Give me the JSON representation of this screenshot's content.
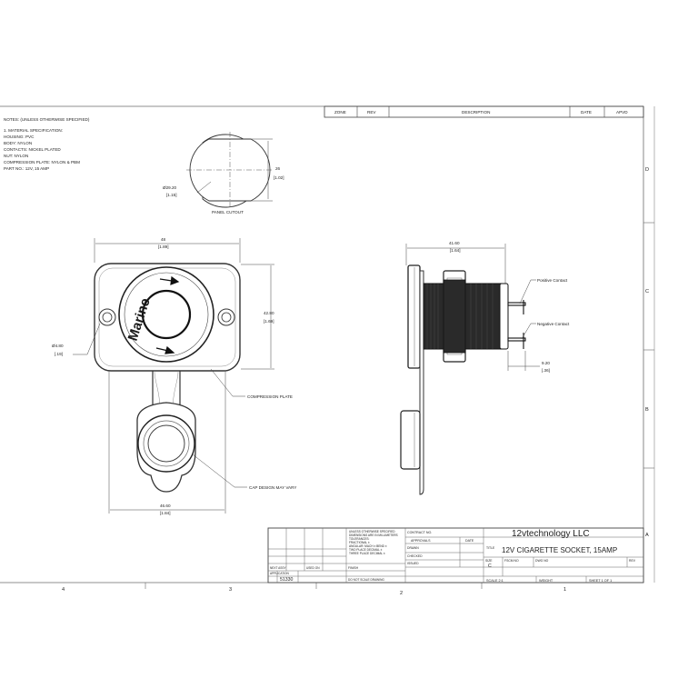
{
  "notes": {
    "heading": "NOTES: (UNLESS OTHERWISE SPECIFIED)",
    "lines": [
      "1.    MATERIAL SPECIFICATION:",
      "       HOUSING: PVC",
      "       BODY: NYLON",
      "       CONTACTS: NICKEL PLATED",
      "       NUT: NYLON",
      "       COMPRESSION PLATE: NYLON & PBM",
      "       PART NO.: 12V, 15 AMP"
    ]
  },
  "revision_block": {
    "headers": [
      "ZONE",
      "REV",
      "DESCRIPTION",
      "DATE",
      "APVD"
    ]
  },
  "zone_labels": {
    "right": [
      "D",
      "C",
      "B",
      "A"
    ],
    "bottom": [
      "4",
      "3",
      "2",
      "1"
    ]
  },
  "panel_cutout": {
    "label": "PANEL CUTOUT",
    "diameter": "Ø29.20",
    "diameter_in": "[1.15]",
    "height": "26",
    "height_in": "[1.02]"
  },
  "front_view": {
    "brand": "Marine",
    "width": "48",
    "width_in": "[1.89]",
    "height": "42.80",
    "height_in": "[1.69]",
    "hole": "Ø4.80",
    "hole_in": "[.19]",
    "plate_label": "COMPRESSION PLATE",
    "cap_label": "CAP DESIGN MAY VARY",
    "bottom_width": "46.60",
    "bottom_width_in": "[1.84]"
  },
  "side_view": {
    "width": "41.60",
    "width_in": "[1.64]",
    "positive": "Positive Contact",
    "negative": "Negative Contact",
    "tab": "9.20",
    "tab_in": "[.36]"
  },
  "title_block": {
    "company": "12vtechnology LLC",
    "title": "12V CIGARETTE SOCKET, 15AMP",
    "contract": "CONTRACT NO.",
    "approvals": "APPROVALS",
    "date": "DATE",
    "title_label": "TITLE",
    "drawn": "DRAWN",
    "checked": "CHECKED",
    "issued": "ISSUED",
    "size_label": "SIZE",
    "size": "C",
    "fscm_label": "FSCM NO",
    "dwg_label": "DWG NO",
    "rev_label": "REV",
    "scale": "SCALE  2:1",
    "weight": "WEIGHT",
    "sheet": "SHEET  1 OF 1",
    "finish": "FINISH",
    "part_no": "51330",
    "next_assy": "NEXT ASSY",
    "used_on": "USED ON",
    "application": "APPLICATION",
    "do_not_scale": "DO NOT SCALE DRAWING",
    "disclaimer": [
      "UNLESS OTHERWISE SPECIFIED",
      "DIMENSIONS ARE IN MILLIMETERS",
      "TOLERANCES:",
      "FRACTIONAL ±",
      "ANGULAR: MACH ±  BEND ±",
      "TWO PLACE DECIMAL ±",
      "THREE PLACE DECIMAL ±"
    ]
  },
  "colors": {
    "ink": "#222222",
    "socket_body": "#2a2a2a",
    "frame": "#6a6a6a"
  }
}
